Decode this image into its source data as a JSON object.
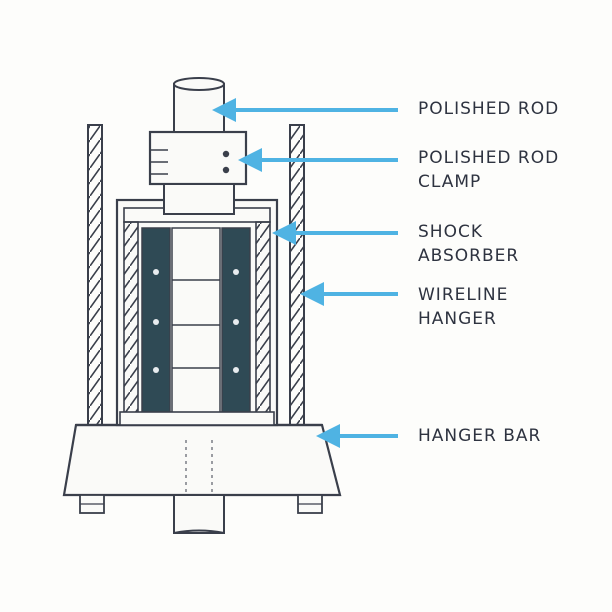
{
  "labels": {
    "polished_rod": "POLISHED ROD",
    "clamp_line1": "POLISHED ROD",
    "clamp_line2": "CLAMP",
    "shock_line1": "SHOCK",
    "shock_line2": "ABSORBER",
    "wireline_line1": "WIRELINE",
    "wireline_line2": "HANGER",
    "hanger_bar": "HANGER BAR"
  },
  "colors": {
    "arrow": "#4fb3e3",
    "ink": "#3a3f4b",
    "rubber": "#2f4a55",
    "paper": "#fdfdfb"
  }
}
